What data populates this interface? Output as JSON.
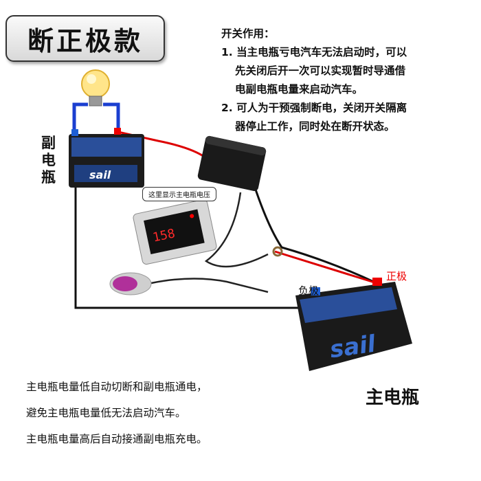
{
  "title": "断正极款",
  "description": {
    "heading": "开关作用：",
    "items": [
      {
        "number": "1.",
        "lines": [
          "当主电瓶亏电汽车无法启动时，可以",
          "先关闭后开一次可以实现暂时导通借",
          "电副电瓶电量来启动汽车。"
        ]
      },
      {
        "number": "2.",
        "lines": [
          "可人为干预强制断电，关闭开关隔离",
          "器停止工作，同时处在断开状态。"
        ]
      }
    ]
  },
  "labels": {
    "secondary_battery": "副电瓶",
    "main_battery": "主电瓶",
    "negative": "负极",
    "positive": "正极",
    "callout": "这里显示主电瓶电压",
    "display_reading": "158",
    "battery_brand": "sail"
  },
  "bottom_text": [
    "主电瓶电量低自动切断和副电瓶通电，",
    "避免主电瓶电量低无法启动汽车。",
    "主电瓶电量高后自动接通副电瓶充电。"
  ],
  "colors": {
    "positive": "#e00000",
    "negative": "#1e5fd6",
    "wire": "#111111"
  }
}
